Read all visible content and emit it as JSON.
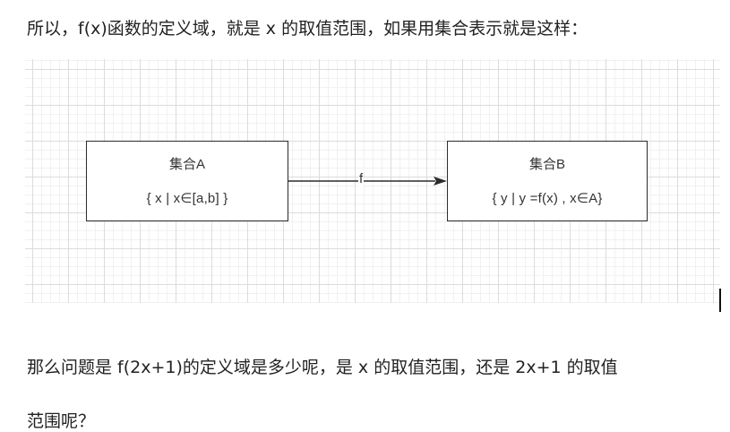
{
  "paragraphs": {
    "intro": "所以，f(x)函数的定义域，就是 x 的取值范围，如果用集合表示就是这样：",
    "question_line1": "那么问题是 f(2x+1)的定义域是多少呢，是 x 的取值范围，还是 2x+1 的取值",
    "question_line2": "范围呢？"
  },
  "diagram": {
    "set_a": {
      "title": "集合A",
      "expression": "{ x | x∈[a,b] }"
    },
    "set_b": {
      "title": "集合B",
      "expression": "{ y | y =f(x) , x∈A}"
    },
    "mapping_label": "f"
  }
}
